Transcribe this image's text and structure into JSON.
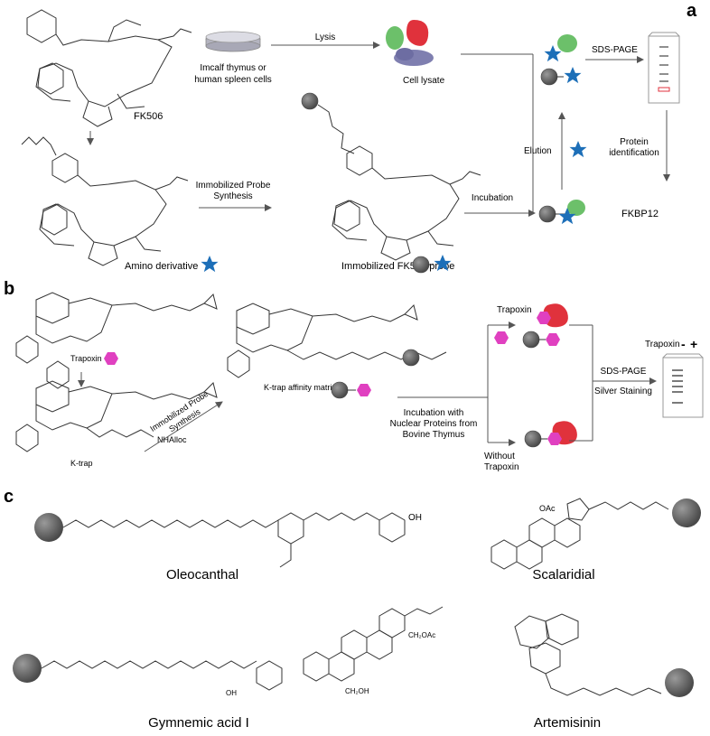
{
  "panels": {
    "a": {
      "letter": "a",
      "fk506": "FK506",
      "cells": "Imcalf thymus or",
      "cells2": "human spleen cells",
      "lysis": "Lysis",
      "lysate": "Cell lysate",
      "sds": "SDS-PAGE",
      "probe_synth1": "Immobilized Probe",
      "probe_synth2": "Synthesis",
      "elution": "Elution",
      "protein_id1": "Protein",
      "protein_id2": "identification",
      "incubation": "Incubation",
      "fkbp": "FKBP12",
      "amino": "Amino derivative",
      "probe": "Immobilized FK506 probe"
    },
    "b": {
      "letter": "b",
      "trapoxin": "Trapoxin",
      "ktrap": "K-trap",
      "nhalloc": "NHAlloc",
      "synth1": "Immobilized Probe",
      "synth2": "Synthesis",
      "matrix": "K-trap affinity matrix",
      "incub1": "Incubation with",
      "incub2": "Nuclear Proteins from",
      "incub3": "Bovine Thymus",
      "trapoxin_top": "Trapoxin",
      "without1": "Without",
      "without2": "Trapoxin",
      "sds": "SDS-PAGE",
      "silver": "Silver Staining",
      "gel_label": "Trapoxin",
      "minus": "-",
      "plus": "+"
    },
    "c": {
      "letter": "c",
      "oleocanthal": "Oleocanthal",
      "scalaridial": "Scalaridial",
      "gymnemic": "Gymnemic acid I",
      "artemisinin": "Artemisinin",
      "oac": "OAc",
      "oh": "OH",
      "ch2oh": "CH₂OH",
      "ch2oac": "CH₂OAc"
    }
  },
  "colors": {
    "star": "#1d6fb8",
    "hexagon": "#e040c0",
    "bead": "#6b6b6b",
    "protein_green": "#6cc06a",
    "protein_red": "#e0323c",
    "protein_purple": "#7f7fb0",
    "arrow": "#555555"
  }
}
